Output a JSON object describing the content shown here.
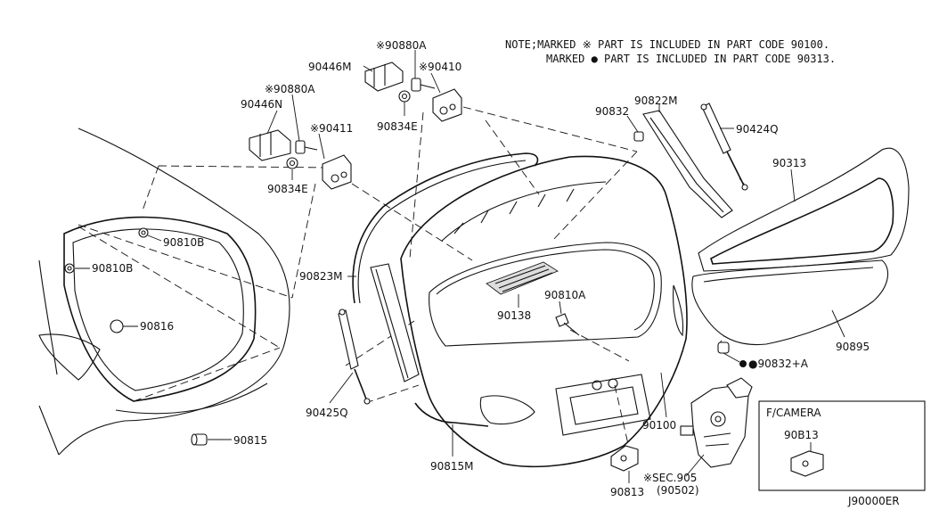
{
  "note": {
    "line1": "NOTE;MARKED ※ PART IS INCLUDED IN PART CODE 90100.",
    "line2": "MARKED ● PART IS INCLUDED IN PART CODE 90313."
  },
  "labels": {
    "p90880A_top": "※90880A",
    "p90446M": "90446M",
    "p90410": "※90410",
    "p90880A_left": "※90880A",
    "p90446N": "90446N",
    "p90411": "※90411",
    "p90834E_top": "90834E",
    "p90834E_left": "90834E",
    "p90832": "90832",
    "p90822M": "90822M",
    "p90424Q": "90424Q",
    "p90313": "90313",
    "p90810B_a": "90810B",
    "p90810B_b": "90810B",
    "p90816": "90816",
    "p90815": "90815",
    "p90823M": "90823M",
    "p90138": "90138",
    "p90810A": "90810A",
    "p90895": "90895",
    "p90832A": "●90832+A",
    "p90425Q": "90425Q",
    "p90815M": "90815M",
    "p90100": "90100",
    "p90813": "90813",
    "sec905": "※SEC.905",
    "p90502": "(90502)",
    "fcamera_title": "F/CAMERA",
    "fcamera_part": "90B13",
    "diagram_code": "J90000ER"
  }
}
